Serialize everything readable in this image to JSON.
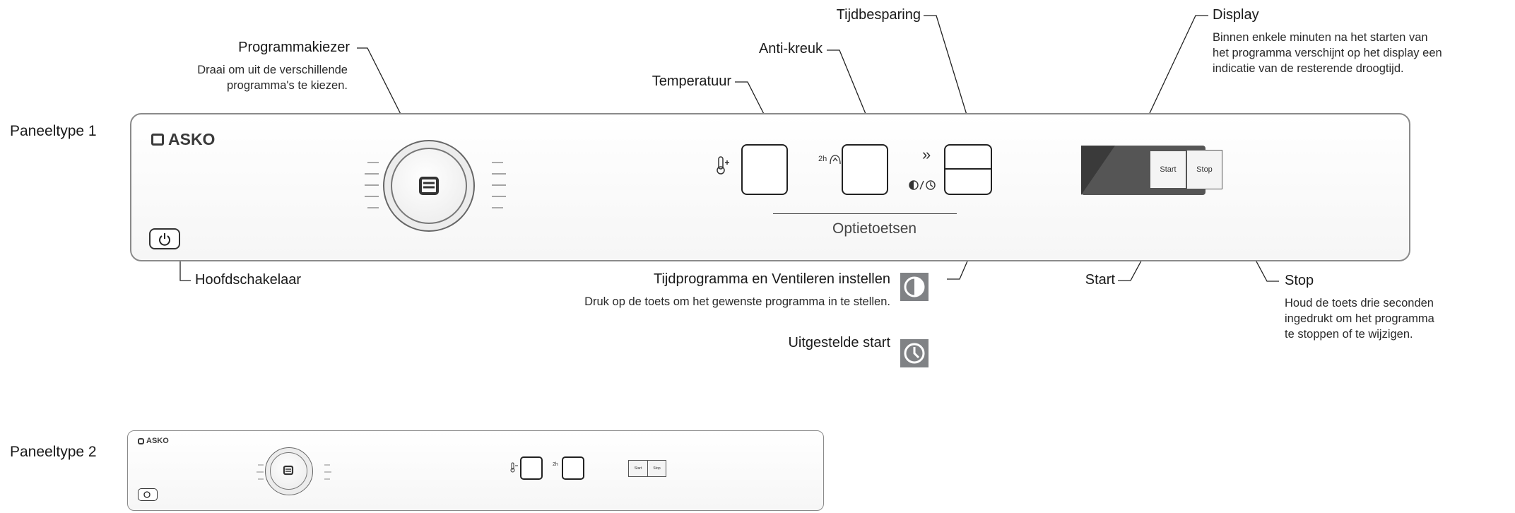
{
  "panels": [
    {
      "title": "Paneeltype 1",
      "brand": "ASKO"
    },
    {
      "title": "Paneeltype 2",
      "brand": "ASKO"
    }
  ],
  "callouts": {
    "programmakiezer": {
      "label": "Programmakiezer",
      "desc": [
        "Draai om uit de verschillende",
        "programma's te kiezen."
      ]
    },
    "temperatuur": {
      "label": "Temperatuur"
    },
    "anti_kreuk": {
      "label": "Anti-kreuk"
    },
    "tijdbesparing": {
      "label": "Tijdbesparing"
    },
    "display": {
      "label": "Display",
      "desc": [
        "Binnen enkele minuten na het starten van",
        "het programma verschijnt op het display een",
        "indicatie van de resterende droogtijd."
      ]
    },
    "hoofdschakelaar": {
      "label": "Hoofdschakelaar"
    },
    "tijdprogramma": {
      "label": "Tijdprogramma en Ventileren instellen",
      "desc": "Druk op de toets om het gewenste programma in te stellen."
    },
    "uitgestelde_start": {
      "label": "Uitgestelde start"
    },
    "start": {
      "label": "Start"
    },
    "stop": {
      "label": "Stop",
      "desc": [
        "Houd de toets drie seconden",
        "ingedrukt om het programma",
        "te stoppen of te wijzigen."
      ]
    }
  },
  "panel1": {
    "optietoetsen": "Optietoetsen",
    "start_button": "Start",
    "stop_button": "Stop",
    "anti_kreuk_symbol": "2h",
    "tijdbesparing_symbol": "»"
  },
  "panel2": {
    "start_button": "Start",
    "stop_button": "Stop",
    "anti_kreuk_symbol": "2h"
  },
  "icons": [
    "half-moon-clock-icon",
    "clock-icon",
    "thermometer-icon",
    "power-icon",
    "brand-logo-icon"
  ],
  "colors": {
    "icon_tile": "#808285",
    "display": "#555555",
    "line": "#222222"
  }
}
